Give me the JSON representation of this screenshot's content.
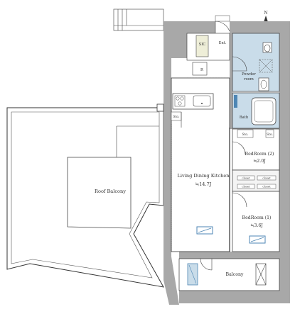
{
  "compass": {
    "symbol": "N"
  },
  "rooms": {
    "sic": "SIC",
    "ent": "Ent.",
    "r": "R",
    "powder_room_line1": "Powder",
    "powder_room_line2": "room",
    "bath": "Bath",
    "sto": "Sto.",
    "bedroom2_name": "BedRoom (2)",
    "bedroom2_size": "≒2.0J",
    "bedroom1_name": "BedRoom (1)",
    "bedroom1_size": "≒3.6J",
    "ldk_name": "Living Dining Kitchen",
    "ldk_size": "≒14.7J",
    "roof_balcony": "Roof Balcony",
    "balcony": "Balcony",
    "closet": "closet"
  },
  "colors": {
    "wall": "#a8a8a8",
    "wet_area": "#c9dce9",
    "accent_blue": "#4e86b4",
    "storage": "#eeeed8",
    "line": "#333333"
  }
}
